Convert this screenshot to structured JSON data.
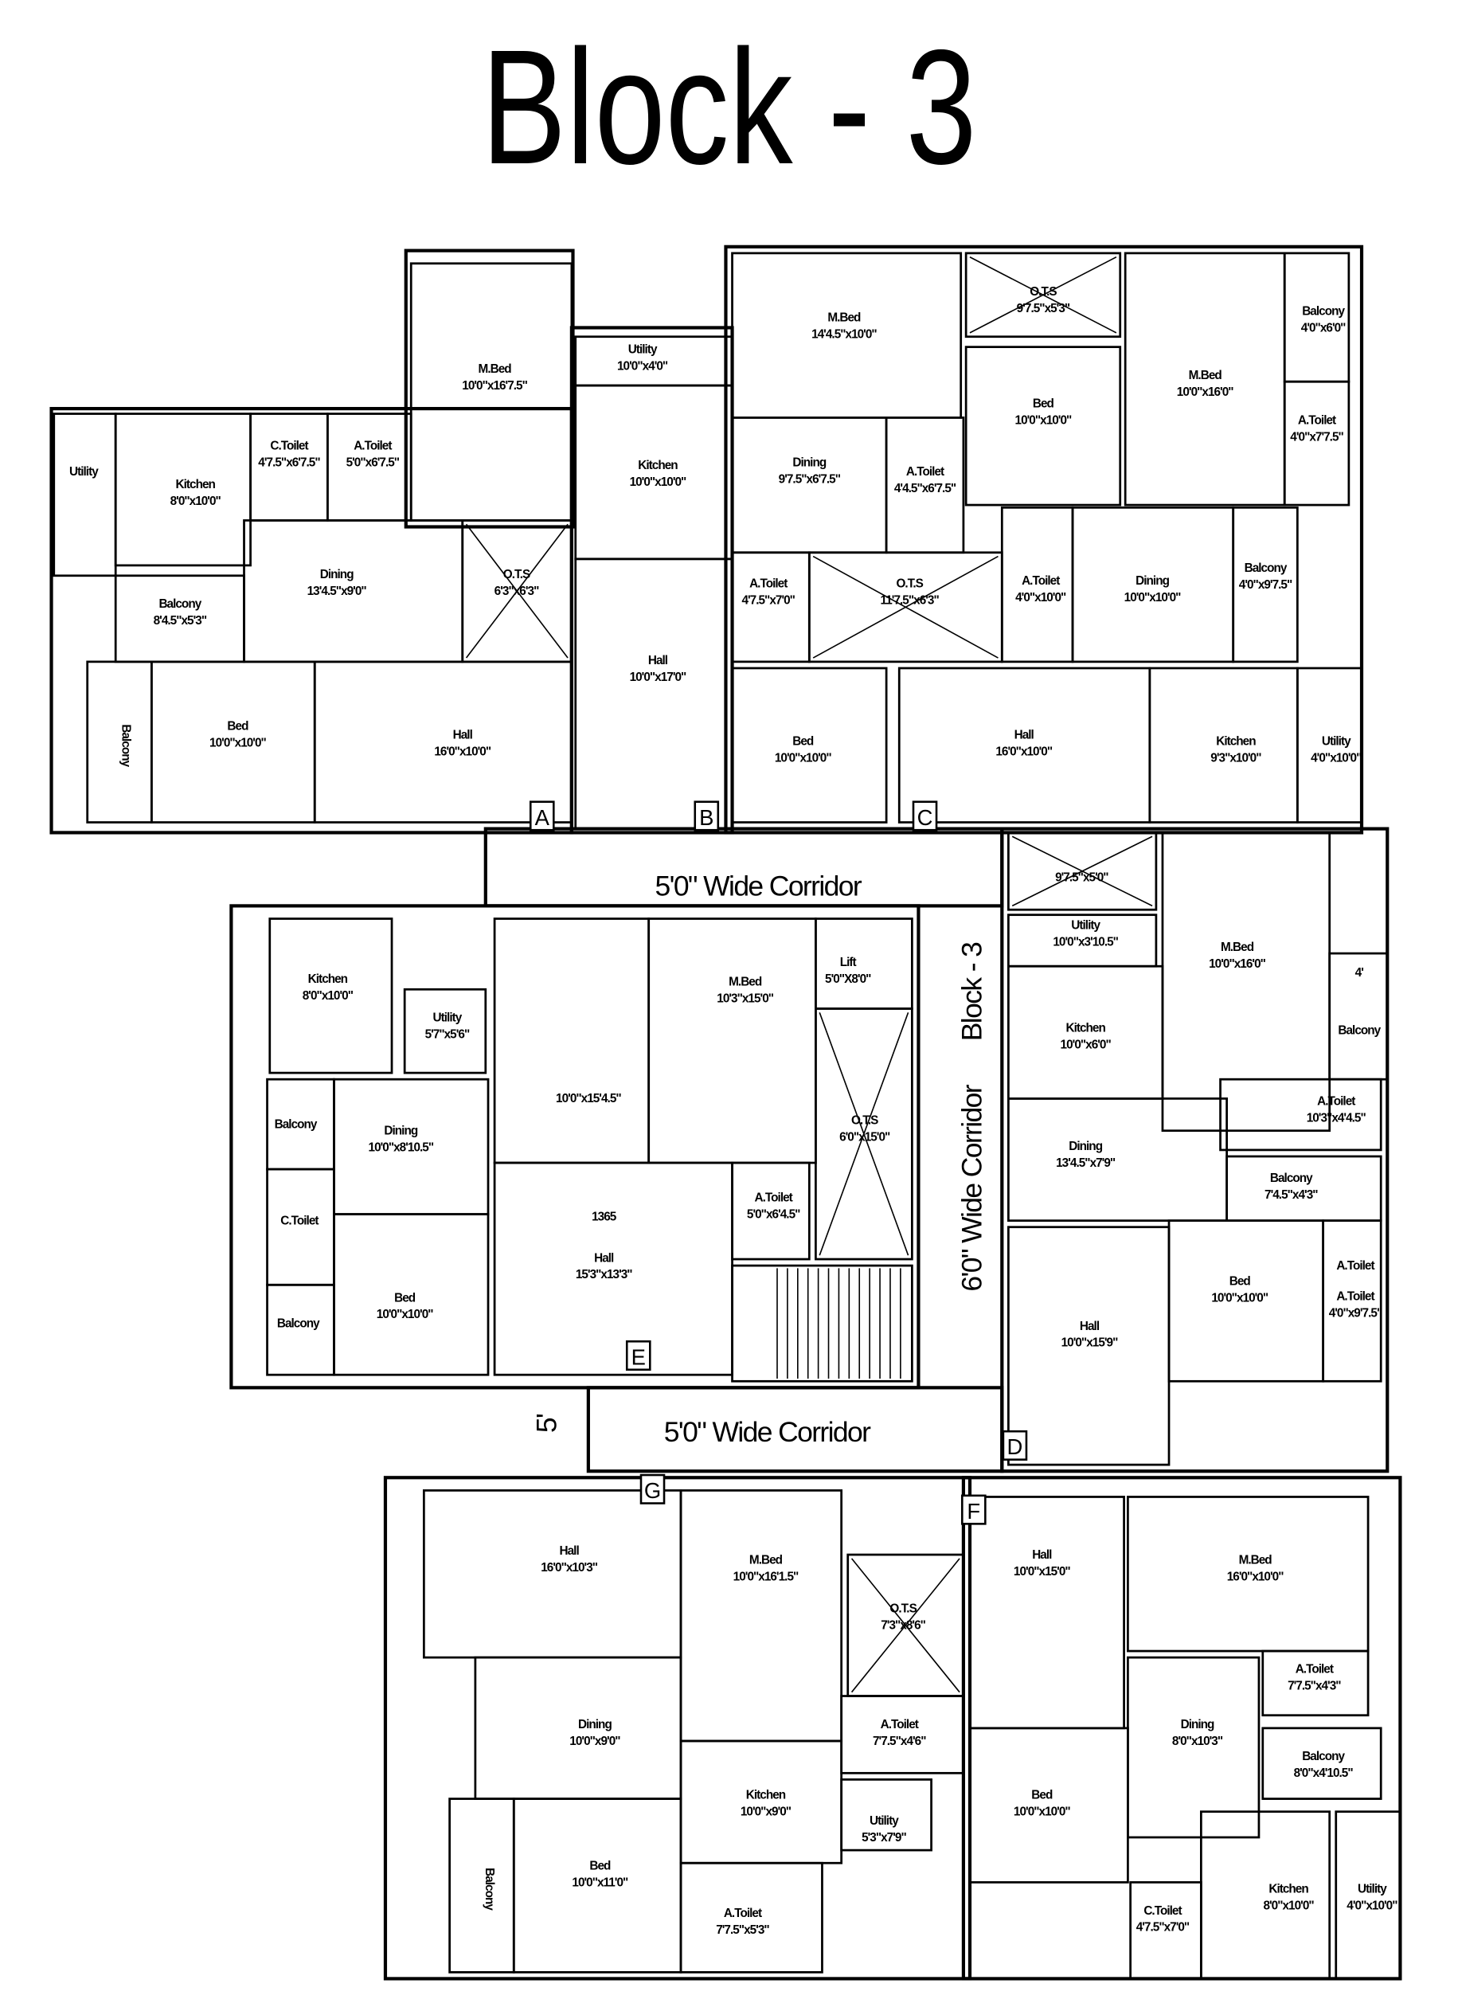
{
  "title": "Block - 3",
  "units": [
    {
      "id": "A",
      "rooms": [
        {
          "name": "Utility",
          "size": ""
        },
        {
          "name": "Kitchen",
          "size": "8'0\"x10'0\""
        },
        {
          "name": "C.Toilet",
          "size": "4'7.5\"x6'7.5\""
        },
        {
          "name": "A.Toilet",
          "size": "5'0\"x6'7.5\""
        },
        {
          "name": "M.Bed",
          "size": "10'0\"x16'7.5\""
        },
        {
          "name": "Dining",
          "size": "13'4.5\"x9'0\""
        },
        {
          "name": "O.T.S",
          "size": "6'3\"x6'3\""
        },
        {
          "name": "Balcony",
          "size": "8'4.5\"x5'3\""
        },
        {
          "name": "Balcony",
          "size": ""
        },
        {
          "name": "Bed",
          "size": "10'0\"x10'0\""
        },
        {
          "name": "Hall",
          "size": "16'0\"x10'0\""
        }
      ]
    },
    {
      "id": "B",
      "rooms": [
        {
          "name": "Utility",
          "size": "10'0\"x4'0\""
        },
        {
          "name": "Kitchen",
          "size": "10'0\"x10'0\""
        },
        {
          "name": "Hall",
          "size": "10'0\"x17'0\""
        }
      ]
    },
    {
      "id": "C",
      "rooms": [
        {
          "name": "M.Bed",
          "size": "14'4.5\"x10'0\""
        },
        {
          "name": "O.T.S",
          "size": "9'7.5\"x5'3\""
        },
        {
          "name": "Bed",
          "size": "10'0\"x10'0\""
        },
        {
          "name": "M.Bed",
          "size": "10'0\"x16'0\""
        },
        {
          "name": "Balcony",
          "size": "4'0\"x6'0\""
        },
        {
          "name": "A.Toilet",
          "size": "4'0\"x7'7.5\""
        },
        {
          "name": "Dining",
          "size": "9'7.5\"x6'7.5\""
        },
        {
          "name": "A.Toilet",
          "size": "4'4.5\"x6'7.5\""
        },
        {
          "name": "A.Toilet",
          "size": "4'7.5\"x7'0\""
        },
        {
          "name": "O.T.S",
          "size": "11'7.5\"x6'3\""
        },
        {
          "name": "A.Toilet",
          "size": "4'0\"x10'0\""
        },
        {
          "name": "Dining",
          "size": "10'0\"x10'0\""
        },
        {
          "name": "Balcony",
          "size": "4'0\"x9'7.5\""
        },
        {
          "name": "Bed",
          "size": "10'0\"x10'0\""
        },
        {
          "name": "Hall",
          "size": "16'0\"x10'0\""
        },
        {
          "name": "Kitchen",
          "size": "9'3\"x10'0\""
        },
        {
          "name": "Utility",
          "size": "4'0\"x10'0\""
        }
      ]
    },
    {
      "id": "D",
      "rooms": [
        {
          "name": "",
          "size": "9'7.5\"x5'0\""
        },
        {
          "name": "Utility",
          "size": "10'0\"x3'10.5\""
        },
        {
          "name": "Kitchen",
          "size": "10'0\"x6'0\""
        },
        {
          "name": "M.Bed",
          "size": "10'0\"x16'0\""
        },
        {
          "name": "Balcony",
          "size": "",
          "note": "4'"
        },
        {
          "name": "A.Toilet",
          "size": "10'3\"x4'4.5\""
        },
        {
          "name": "Dining",
          "size": "13'4.5\"x7'9\""
        },
        {
          "name": "Balcony",
          "size": "7'4.5\"x4'3\""
        },
        {
          "name": "Bed",
          "size": "10'0\"x10'0\""
        },
        {
          "name": "A.Toilet",
          "size": "4'0\"x9'7.5\"",
          "note": "A.Toilet"
        },
        {
          "name": "Hall",
          "size": "10'0\"x15'9\""
        }
      ]
    },
    {
      "id": "E",
      "rooms": [
        {
          "name": "Kitchen",
          "size": "8'0\"x10'0\""
        },
        {
          "name": "Utility",
          "size": "5'7\"x5'6\""
        },
        {
          "name": "Balcony",
          "size": ""
        },
        {
          "name": "Dining",
          "size": "10'0\"x8'10.5\""
        },
        {
          "name": "C.Toilet",
          "size": ""
        },
        {
          "name": "Balcony",
          "size": ""
        },
        {
          "name": "Bed",
          "size": "10'0\"x10'0\""
        },
        {
          "name": "",
          "size": "10'0\"x15'4.5\""
        },
        {
          "name": "M.Bed",
          "size": "10'3\"x15'0\""
        },
        {
          "name": "Lift",
          "size": "5'0\"X8'0\""
        },
        {
          "name": "O.T.S",
          "size": "6'0\"x15'0\""
        },
        {
          "name": "A.Toilet",
          "size": "5'0\"x6'4.5\""
        },
        {
          "name": "Hall",
          "size": "15'3\"x13'3\"",
          "note": "1365"
        }
      ]
    },
    {
      "id": "F",
      "rooms": [
        {
          "name": "Hall",
          "size": "10'0\"x15'0\""
        },
        {
          "name": "M.Bed",
          "size": "16'0\"x10'0\""
        },
        {
          "name": "A.Toilet",
          "size": "7'7.5\"x4'3\""
        },
        {
          "name": "Dining",
          "size": "8'0\"x10'3\""
        },
        {
          "name": "Balcony",
          "size": "8'0\"x4'10.5\""
        },
        {
          "name": "Bed",
          "size": "10'0\"x10'0\""
        },
        {
          "name": "C.Toilet",
          "size": "4'7.5\"x7'0\""
        },
        {
          "name": "Kitchen",
          "size": "8'0\"x10'0\""
        },
        {
          "name": "Utility",
          "size": "4'0\"x10'0\""
        }
      ]
    },
    {
      "id": "G",
      "rooms": [
        {
          "name": "Hall",
          "size": "16'0\"x10'3\""
        },
        {
          "name": "M.Bed",
          "size": "10'0\"x16'1.5\""
        },
        {
          "name": "Dining",
          "size": "10'0\"x9'0\""
        },
        {
          "name": "Balcony",
          "size": ""
        },
        {
          "name": "Bed",
          "size": "10'0\"x11'0\""
        },
        {
          "name": "Kitchen",
          "size": "10'0\"x9'0\""
        },
        {
          "name": "A.Toilet",
          "size": "7'7.5\"x5'3\""
        },
        {
          "name": "O.T.S",
          "size": "7'3\"x8'6\""
        },
        {
          "name": "A.Toilet",
          "size": "7'7.5\"x4'6\""
        },
        {
          "name": "Utility",
          "size": "5'3\"x7'9\""
        }
      ]
    }
  ],
  "corridors": {
    "top": "5'0\" Wide Corridor",
    "middle": "5'0\" Wide Corridor",
    "vertical": "6'0\" Wide Corridor",
    "vertical_block": "Block - 3",
    "gap_dimension": "5'"
  }
}
